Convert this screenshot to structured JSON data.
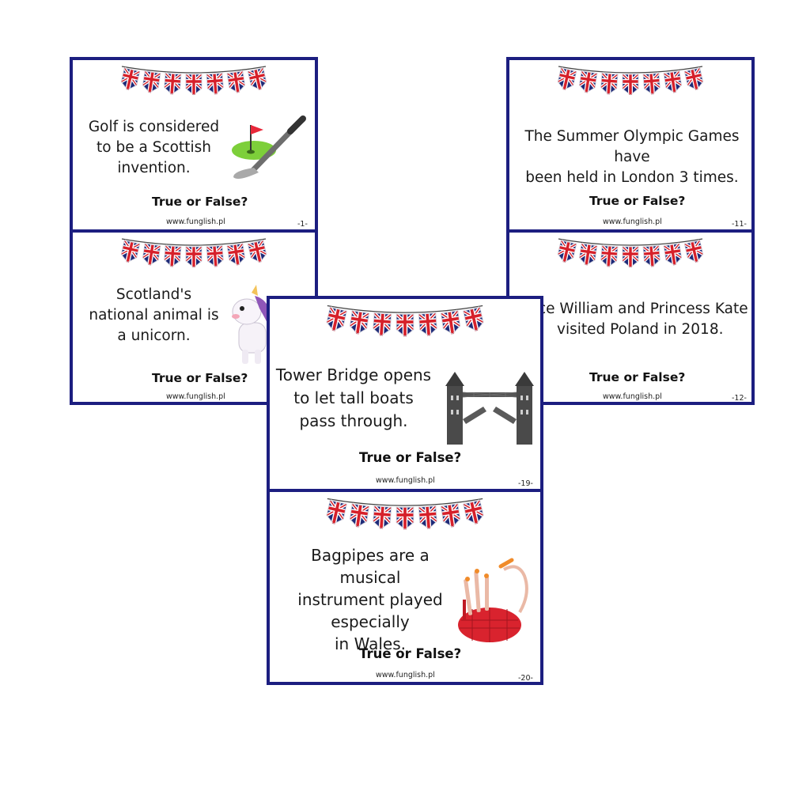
{
  "colors": {
    "border": "#1c1e80",
    "flag_blue": "#1e2a78",
    "flag_red": "#d6202a"
  },
  "cards": [
    {
      "id": "card-1",
      "question_lines": [
        "Golf is considered",
        "to be a Scottish",
        "invention."
      ],
      "prompt": "True or False?",
      "website": "www.funglish.pl",
      "number": "-1-",
      "icon": "golf-icon"
    },
    {
      "id": "card-2",
      "question_lines": [
        "Scotland's",
        "national animal is",
        "a unicorn."
      ],
      "prompt": "True or False?",
      "website": "www.funglish.pl",
      "number": "",
      "icon": "unicorn-icon"
    },
    {
      "id": "card-11",
      "question_lines": [
        "The Summer Olympic Games have",
        "been held in London 3 times."
      ],
      "prompt": "True or False?",
      "website": "www.funglish.pl",
      "number": "-11-",
      "icon": ""
    },
    {
      "id": "card-12",
      "question_lines": [
        "ce William and Princess Kate",
        "visited Poland in 2018."
      ],
      "prompt": "True or False?",
      "website": "www.funglish.pl",
      "number": "-12-",
      "icon": ""
    },
    {
      "id": "card-19",
      "question_lines": [
        "Tower Bridge opens",
        "to let tall boats",
        "pass through."
      ],
      "prompt": "True or False?",
      "website": "www.funglish.pl",
      "number": "-19-",
      "icon": "tower-bridge-icon"
    },
    {
      "id": "card-20",
      "question_lines": [
        "Bagpipes are a musical",
        "instrument played",
        "especially",
        "in Wales."
      ],
      "prompt": "True or False?",
      "website": "www.funglish.pl",
      "number": "-20-",
      "icon": "bagpipes-icon"
    }
  ]
}
